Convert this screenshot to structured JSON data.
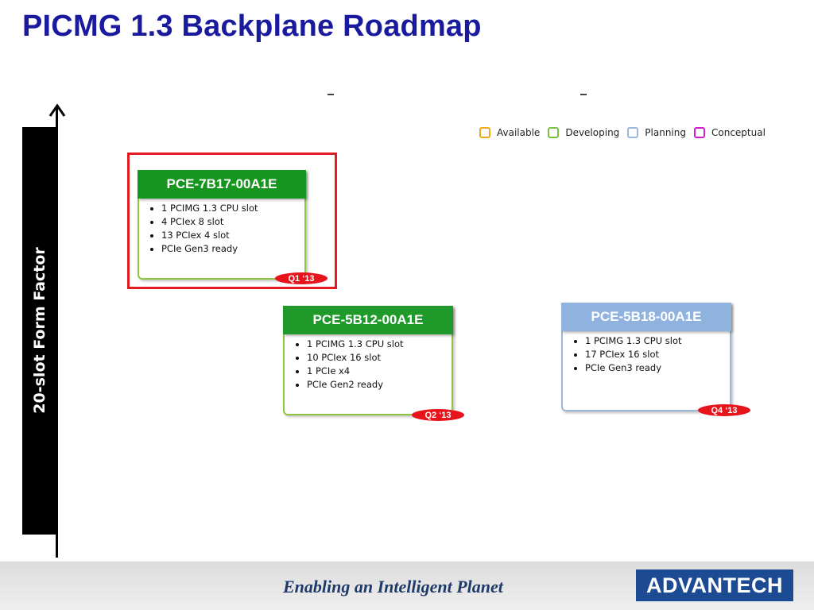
{
  "title": "PICMG 1.3 Backplane Roadmap",
  "axis_label": "20-slot Form Factor",
  "header_dashes": [
    "-",
    "-"
  ],
  "legend": [
    {
      "label": "Available",
      "color": "#f0a81c"
    },
    {
      "label": "Developing",
      "color": "#7ac143"
    },
    {
      "label": "Planning",
      "color": "#9ab8db"
    },
    {
      "label": "Conceptual",
      "color": "#d61ad6"
    }
  ],
  "cards": [
    {
      "name": "PCE-7B17-00A1E",
      "status": "Developing",
      "header_color": "#17961f",
      "border_color": "#8dc63f",
      "features": [
        "1 PCIMG 1.3  CPU slot",
        "4 PCIex 8 slot",
        "13 PCIex 4  slot",
        "PCIe Gen3 ready"
      ],
      "release": "Q1 ‘13"
    },
    {
      "name": "PCE-5B12-00A1E",
      "status": "Developing",
      "header_color": "#1f9a2a",
      "border_color": "#8dc63f",
      "features": [
        "1 PCIMG 1.3  CPU slot",
        "10 PCIex 16 slot",
        "1 PCIe x4",
        "PCIe Gen2 ready"
      ],
      "release": "Q2 ‘13"
    },
    {
      "name": "PCE-5B18-00A1E",
      "status": "Planning",
      "header_color": "#8fb3de",
      "border_color": "#9ab8db",
      "features": [
        "1 PCIMG 1.3  CPU slot",
        "17 PCIex 16 slot",
        "PCIe Gen3 ready"
      ],
      "release": "Q4 ‘13"
    }
  ],
  "footer": {
    "tagline": "Enabling an Intelligent Planet",
    "logo": "ADVANTECH"
  }
}
